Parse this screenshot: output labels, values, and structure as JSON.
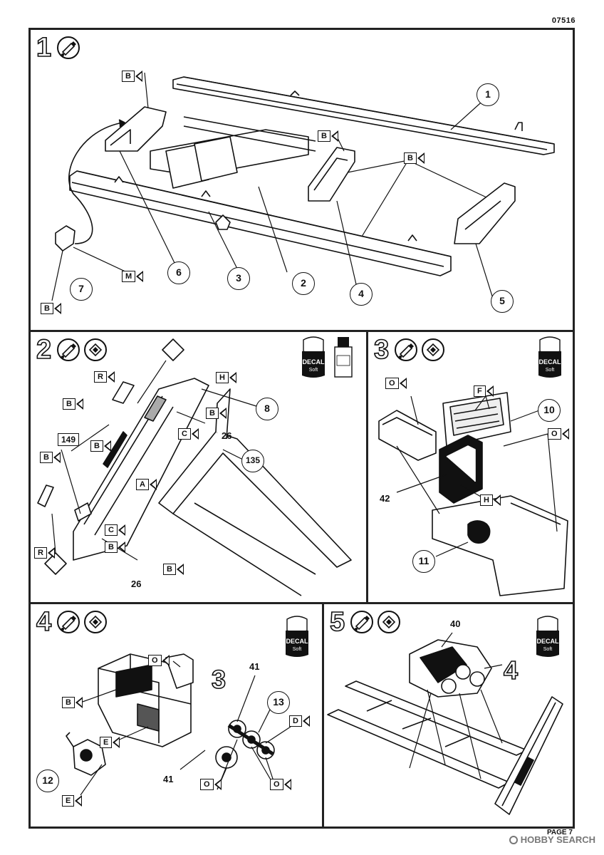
{
  "header": {
    "kit_code": "07516"
  },
  "footer": {
    "page_label": "PAGE 7",
    "watermark_text": "HOBBY SEARCH"
  },
  "icons": {
    "glue": "glue-tube-icon",
    "paint": "paint-brush-icon",
    "decal_jar": "decal-soft-jar-icon",
    "thinner": "thinner-bottle-icon"
  },
  "jar_labels": {
    "decal": "DECAL",
    "soft": "Soft"
  },
  "steps": [
    {
      "number": "1",
      "callouts": [
        "1",
        "2",
        "3",
        "4",
        "5",
        "6",
        "7"
      ],
      "flags": [
        "B",
        "B",
        "B",
        "M",
        "B"
      ]
    },
    {
      "number": "2",
      "callouts": [
        "8",
        "135",
        "26",
        "26"
      ],
      "boxed_number": "149",
      "flags": [
        "R",
        "B",
        "B",
        "H",
        "B",
        "C",
        "A",
        "C",
        "B",
        "B",
        "B",
        "R"
      ]
    },
    {
      "number": "3",
      "callouts": [
        "10",
        "11",
        "42"
      ],
      "flags": [
        "O",
        "F",
        "O",
        "H"
      ]
    },
    {
      "number": "4",
      "callouts": [
        "12",
        "13",
        "41",
        "41"
      ],
      "ref_digit": "3",
      "flags": [
        "O",
        "B",
        "E",
        "E",
        "D",
        "O",
        "O"
      ]
    },
    {
      "number": "5",
      "callouts": [
        "40"
      ],
      "ref_digit": "4"
    }
  ]
}
